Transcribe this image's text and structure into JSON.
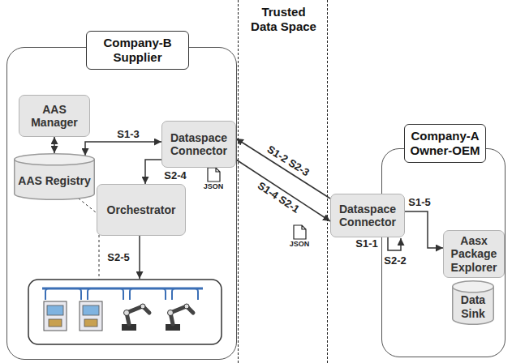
{
  "diagram": {
    "nodes": [
      {
        "text": [
          "Trusted Data Space"
        ]
      },
      {
        "text": [
          "Company-B Supplier"
        ]
      },
      {
        "text": [
          "AAS Manager"
        ],
        "in": 1
      },
      {
        "text": [
          "AAS Registry"
        ],
        "in": 1
      },
      {
        "text": [
          "Dataspace Connector"
        ],
        "in": 1
      },
      {
        "text": [
          "Orchestrator"
        ],
        "in": 1
      },
      {
        "text": [
          "Company-A Owner-OEM"
        ]
      },
      {
        "text": [
          "Dataspace Connector"
        ],
        "in": 6
      },
      {
        "text": [
          "Aasx Package Explorer"
        ],
        "in": 6
      },
      {
        "text": [
          "Data Sink"
        ],
        "in": 6
      }
    ],
    "edges": [
      {
        "from": 2,
        "to": 3,
        "arrow": "both"
      },
      {
        "from": 3,
        "to": 4,
        "label": "S1-3",
        "arrow": "both"
      },
      {
        "from": 4,
        "to": 5,
        "label": "S2-4",
        "arrow": "to"
      },
      {
        "from": 7,
        "to": 4,
        "label": "S1-2 S2-3",
        "arrow": "to"
      },
      {
        "from": 4,
        "to": 7,
        "label": "S1-4 S2-1",
        "arrow": "to"
      },
      {
        "from": 7,
        "to": 8,
        "label": "S1-5",
        "arrow": "to"
      }
    ],
    "labels": [
      "JSON",
      "JSON",
      "S1-1",
      "S2-2",
      "S2-5"
    ]
  }
}
